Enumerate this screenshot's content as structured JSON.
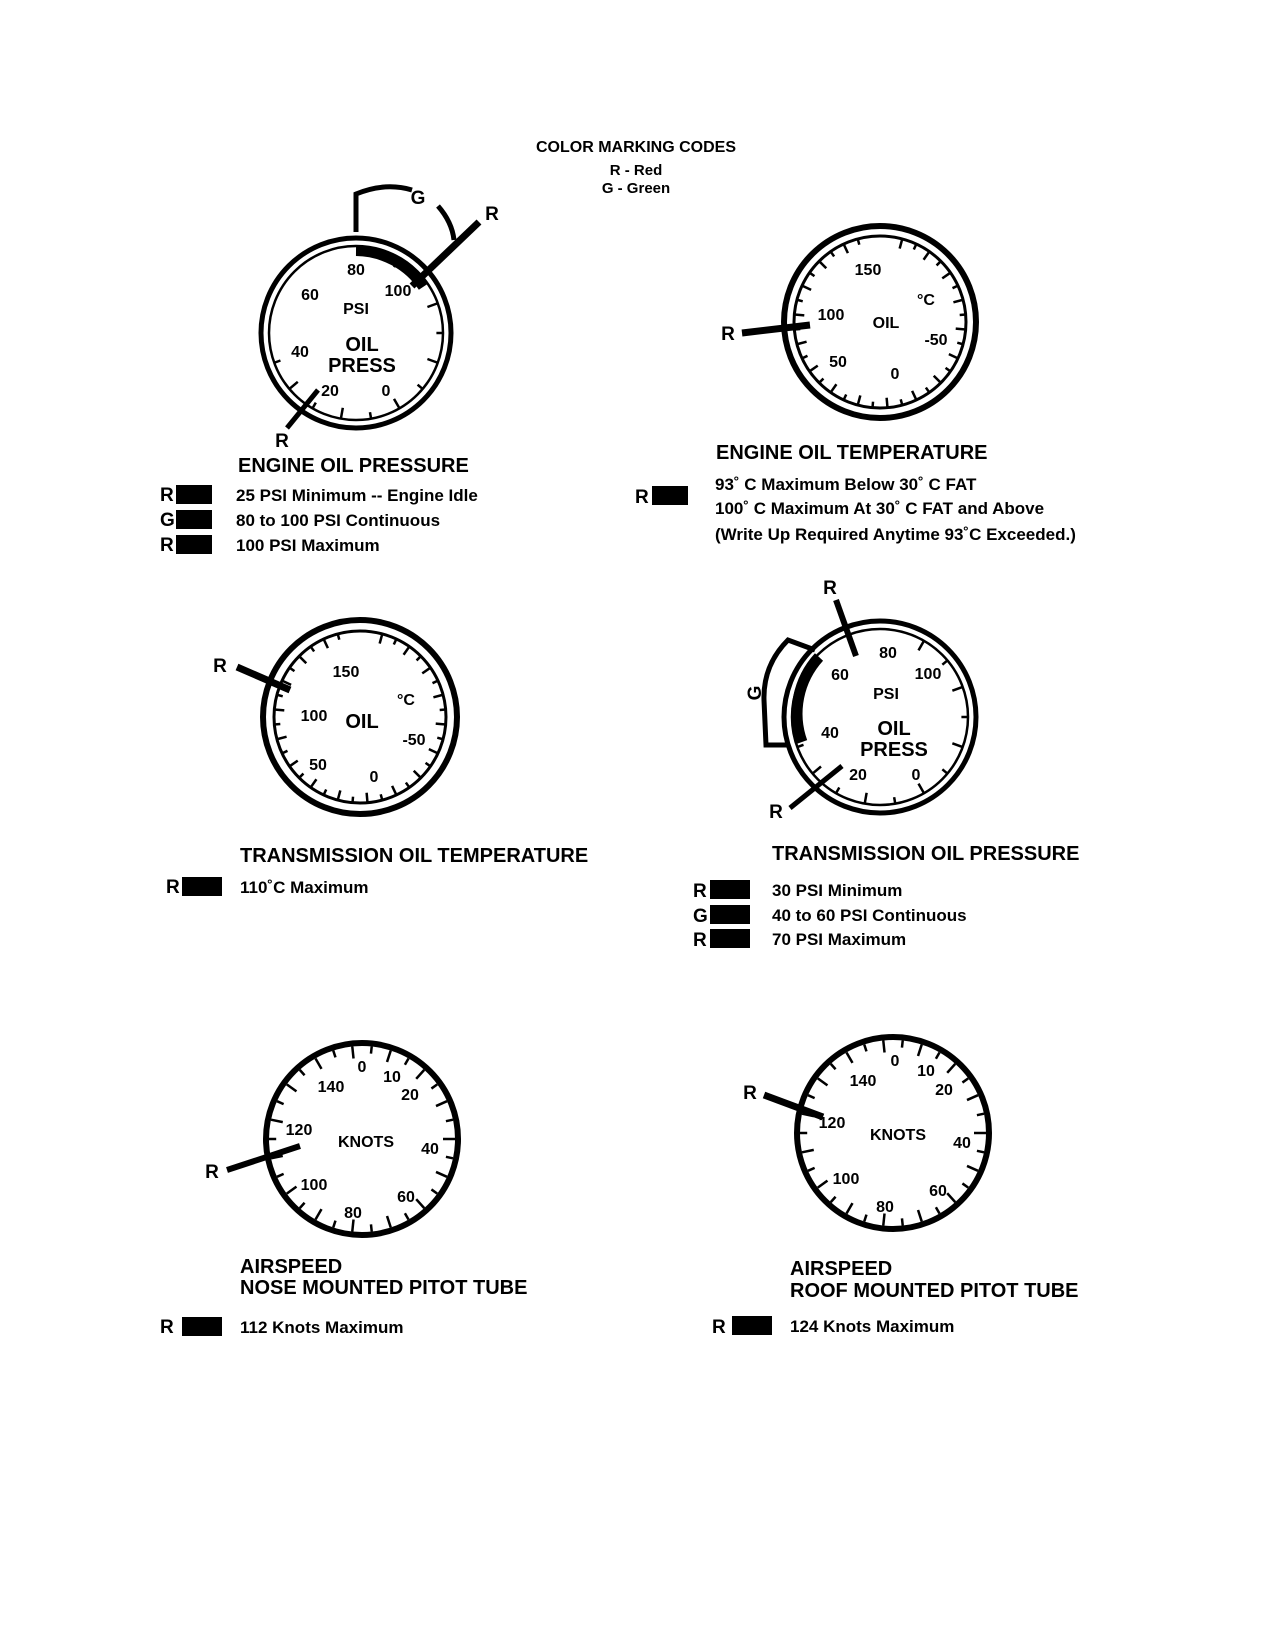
{
  "legend": {
    "title": "COLOR MARKING CODES",
    "lines": [
      "R - Red",
      "G - Green"
    ],
    "colors": {
      "R": "#d0021b",
      "G": "#2e8b3d"
    }
  },
  "marker_letters": {
    "red": "R",
    "green": "G"
  },
  "panels": {
    "engine_oil_pressure": {
      "title": "ENGINE OIL PRESSURE",
      "dial_labels": [
        "80",
        "100",
        "60",
        "40",
        "20",
        "0"
      ],
      "face_text": [
        "PSI",
        "OIL",
        "PRESS"
      ],
      "limits": [
        {
          "code": "R",
          "text": "25 PSI Minimum -- Engine Idle"
        },
        {
          "code": "G",
          "text": "80 to 100 PSI Continuous"
        },
        {
          "code": "R",
          "text": "100 PSI Maximum"
        }
      ]
    },
    "engine_oil_temperature": {
      "title": "ENGINE OIL TEMPERATURE",
      "dial_labels": [
        "150",
        "100",
        "50",
        "0",
        "-50"
      ],
      "face_text": [
        "OIL",
        "°C"
      ],
      "limits": [
        {
          "code": "R",
          "text": "93˚ C Maximum Below 30˚ C FAT"
        },
        {
          "code": "",
          "text": "100˚ C Maximum At 30˚ C FAT and Above"
        },
        {
          "code": "",
          "text": "(Write Up Required Anytime 93˚C Exceeded.)"
        }
      ]
    },
    "transmission_oil_temperature": {
      "title": "TRANSMISSION OIL TEMPERATURE",
      "dial_labels": [
        "150",
        "100",
        "50",
        "0",
        "-50"
      ],
      "face_text": [
        "OIL",
        "°C"
      ],
      "limits": [
        {
          "code": "R",
          "text": "110˚C Maximum"
        }
      ]
    },
    "transmission_oil_pressure": {
      "title": "TRANSMISSION OIL PRESSURE",
      "dial_labels": [
        "80",
        "100",
        "60",
        "40",
        "20",
        "0"
      ],
      "face_text": [
        "PSI",
        "OIL",
        "PRESS"
      ],
      "limits": [
        {
          "code": "R",
          "text": "30 PSI Minimum"
        },
        {
          "code": "G",
          "text": "40 to 60 PSI Continuous"
        },
        {
          "code": "R",
          "text": "70 PSI Maximum"
        }
      ]
    },
    "airspeed_nose": {
      "title": [
        "AIRSPEED",
        "NOSE MOUNTED PITOT TUBE"
      ],
      "dial_labels": [
        "0",
        "10",
        "20",
        "40",
        "60",
        "80",
        "100",
        "120",
        "140"
      ],
      "face_text": [
        "KNOTS"
      ],
      "limits": [
        {
          "code": "R",
          "text": "112 Knots Maximum"
        }
      ]
    },
    "airspeed_roof": {
      "title": [
        "AIRSPEED",
        "ROOF MOUNTED PITOT TUBE"
      ],
      "dial_labels": [
        "0",
        "10",
        "20",
        "40",
        "60",
        "80",
        "100",
        "120",
        "140"
      ],
      "face_text": [
        "KNOTS"
      ],
      "limits": [
        {
          "code": "R",
          "text": "124 Knots Maximum"
        }
      ]
    }
  }
}
